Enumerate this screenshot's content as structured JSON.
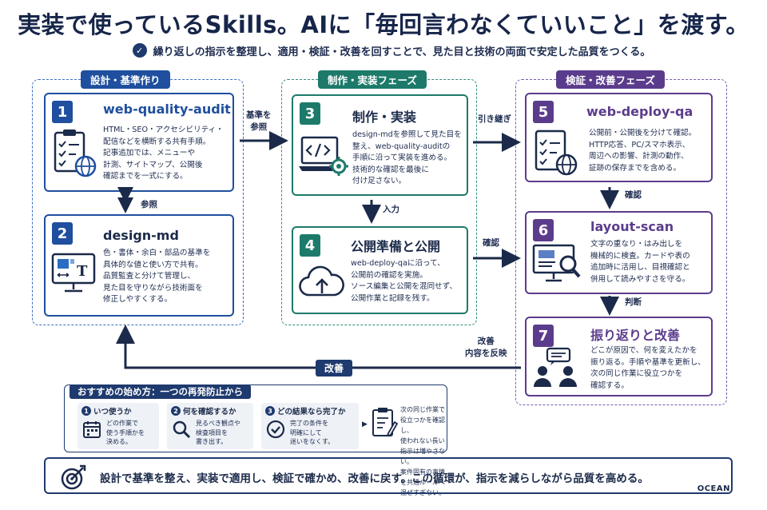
{
  "header": {
    "title": "実装で使っているSkills。AIに「毎回言わなくていいこと」を渡す。",
    "subtitle": "繰り返しの指示を整理し、適用・検証・改善を回すことで、見た目と技術の両面で安定した品質をつくる。"
  },
  "phases": {
    "design": "設計・基準作り",
    "build": "制作・実装フェーズ",
    "verify": "検証・改善フェーズ"
  },
  "colors": {
    "design": "#1f4f9e",
    "build": "#1d7a6a",
    "verify": "#5b3c8c",
    "navy": "#1e3a6e"
  },
  "cards": [
    {
      "num": "1",
      "title": "web-quality-audit",
      "body": "HTML・SEO・アクセシビリティ・\n配信などを横断する共有手順。\n記事追加では、メニューや\n計測、サイトマップ、公開後\n確認までを一式にする。",
      "icon": "checklist-globe-icon"
    },
    {
      "num": "2",
      "title": "design-md",
      "body": "色・書体・余白・部品の基準を\n具体的な値と使い方で共有。\n品質監査と分けて管理し、\n見た目を守りながら技術面を\n修正しやすくする。",
      "icon": "design-monitor-icon"
    },
    {
      "num": "3",
      "title": "制作・実装",
      "body": "design-mdを参照して見た目を\n整え、web-quality-auditの\n手順に沿って実装を進める。\n技術的な確認を最後に\n付け足さない。",
      "icon": "code-laptop-icon"
    },
    {
      "num": "4",
      "title": "公開準備と公開",
      "body": "web-deploy-qaに沿って、\n公開前の確認を実施。\nソース編集と公開を混同せず、\n公開作業と記録を残す。",
      "icon": "cloud-upload-icon"
    },
    {
      "num": "5",
      "title": "web-deploy-qa",
      "body": "公開前・公開後を分けて確認。\nHTTP応答、PC/スマホ表示、\n周辺への影響、計測の動作、\n証跡の保存までを含める。",
      "icon": "checklist-globe-icon"
    },
    {
      "num": "6",
      "title": "layout-scan",
      "body": "文字の重なり・はみ出しを\n機械的に検査。カードや表の\n追加時に活用し、目視確認と\n併用して読みやすさを守る。",
      "icon": "monitor-magnifier-icon"
    },
    {
      "num": "7",
      "title": "振り返りと改善",
      "body": "どこが原因で、何を変えたかを\n振り返る。手順や基準を更新し、\n次の同じ作業に役立つかを\n確認する。",
      "icon": "people-chat-icon"
    }
  ],
  "arrows": {
    "a1to2": "参照",
    "a1to3": "基準を\n参照",
    "a3to4": "入力",
    "a3to5": "引き継ぎ",
    "a4to6": "確認",
    "a5to6": "確認",
    "a6to7": "判断",
    "a7back": "改善\n内容を反映",
    "loop": "改善"
  },
  "starter": {
    "heading": "おすすめの始め方：一つの再発防止から",
    "steps": [
      {
        "num": "1",
        "title": "いつ使うか",
        "body": "どの作業で\n使う手順かを\n決める。",
        "icon": "calendar-icon"
      },
      {
        "num": "2",
        "title": "何を確認するか",
        "body": "見るべき観点や\n検査項目を\n書き出す。",
        "icon": "search-icon"
      },
      {
        "num": "3",
        "title": "どの結果なら完了か",
        "body": "完了の条件を\n明確にして\n迷いをなくす。",
        "icon": "check-circle-icon"
      }
    ],
    "note": "次の同じ作業で役立つかを確認し、\n使われない長い指示は増やさない。\n案件固有の事情を共通ルールへ\n混ぜすぎない。"
  },
  "footer": {
    "summary": "設計で基準を整え、実装で適用し、検証で確かめ、改善に戻す。この循環が、指示を減らしながら品質を高める。",
    "brand": "OCEAN"
  }
}
